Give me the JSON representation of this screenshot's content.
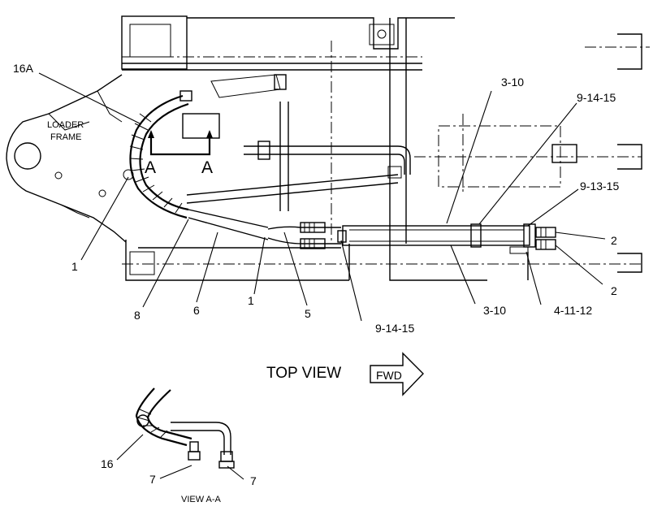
{
  "labels": {
    "frame_line1": "LOADER",
    "frame_line2": "FRAME",
    "view_caption": "TOP VIEW",
    "fwd_arrow": "FWD",
    "section_marker": "A",
    "view_aa_caption": "VIEW A-A"
  },
  "callouts": {
    "c_16A": "16A",
    "c_3_10_top": "3-10",
    "c_9_14_15_top": "9-14-15",
    "c_9_13_15": "9-13-15",
    "c_2_upper": "2",
    "c_2_lower": "2",
    "c_1_left": "1",
    "c_8": "8",
    "c_6": "6",
    "c_1_mid": "1",
    "c_5": "5",
    "c_9_14_15_bottom": "9-14-15",
    "c_3_10_bottom": "3-10",
    "c_4_11_12": "4-11-12",
    "c_16": "16",
    "c_7_left": "7",
    "c_7_right": "7"
  }
}
